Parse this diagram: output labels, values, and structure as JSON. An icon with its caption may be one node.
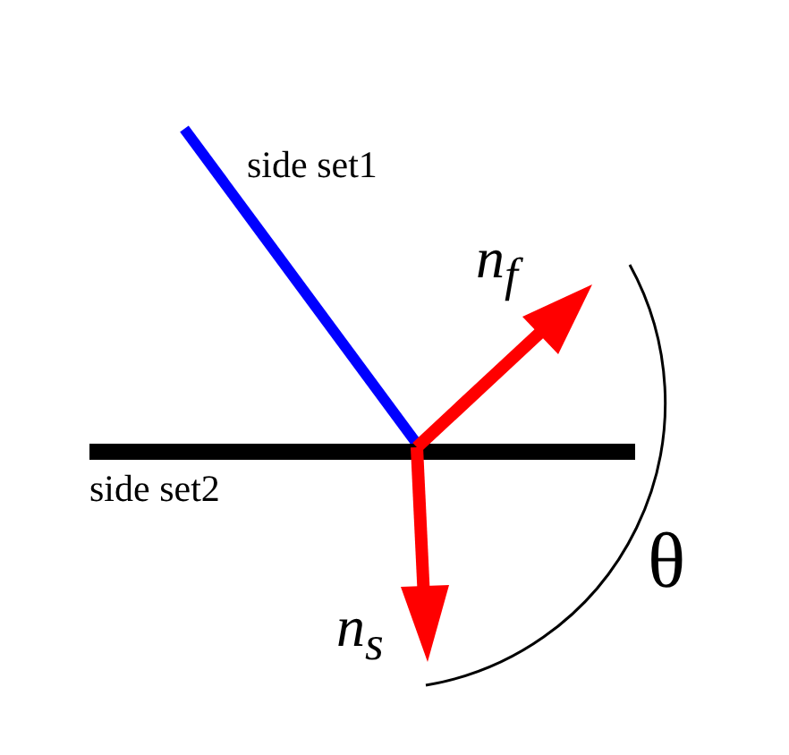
{
  "diagram": {
    "labels": [
      "side set1",
      "n$_{f}$",
      "side set2",
      "θ",
      "n$_{s}$"
    ]
  }
}
